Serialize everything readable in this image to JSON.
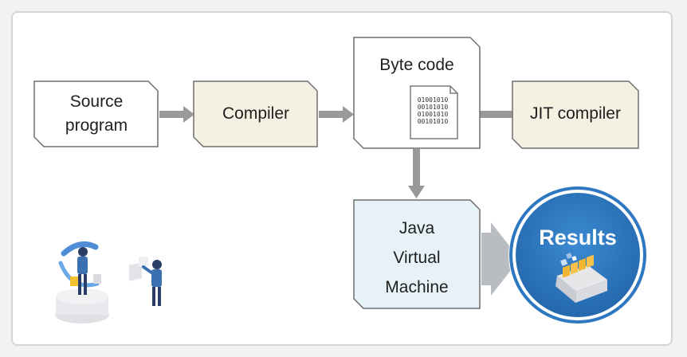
{
  "diagram": {
    "nodes": {
      "source_program": {
        "line1": "Source",
        "line2": "program"
      },
      "compiler": {
        "label": "Compiler"
      },
      "byte_code": {
        "label": "Byte code",
        "binary_lines": [
          "01001010",
          "00101010",
          "01001010",
          "00101010"
        ]
      },
      "jit_compiler": {
        "label": "JIT compiler"
      },
      "jvm": {
        "line1": "Java",
        "line2": "Virtual",
        "line3": "Machine"
      },
      "results": {
        "label": "Results"
      }
    },
    "edges": [
      {
        "from": "source_program",
        "to": "compiler"
      },
      {
        "from": "compiler",
        "to": "byte_code"
      },
      {
        "from": "jit_compiler",
        "to": "byte_code"
      },
      {
        "from": "byte_code",
        "to": "jvm"
      },
      {
        "from": "jvm",
        "to": "results"
      }
    ],
    "colors": {
      "arrow": "#999999",
      "compiler_fill": "#f4f0e2",
      "jvm_fill": "#e6f2f7",
      "results_fill": "#2d78c0",
      "node_border": "#6e6e6e"
    },
    "icons": [
      "binary-file-icon",
      "results-folder-icon",
      "people-illustration"
    ]
  }
}
